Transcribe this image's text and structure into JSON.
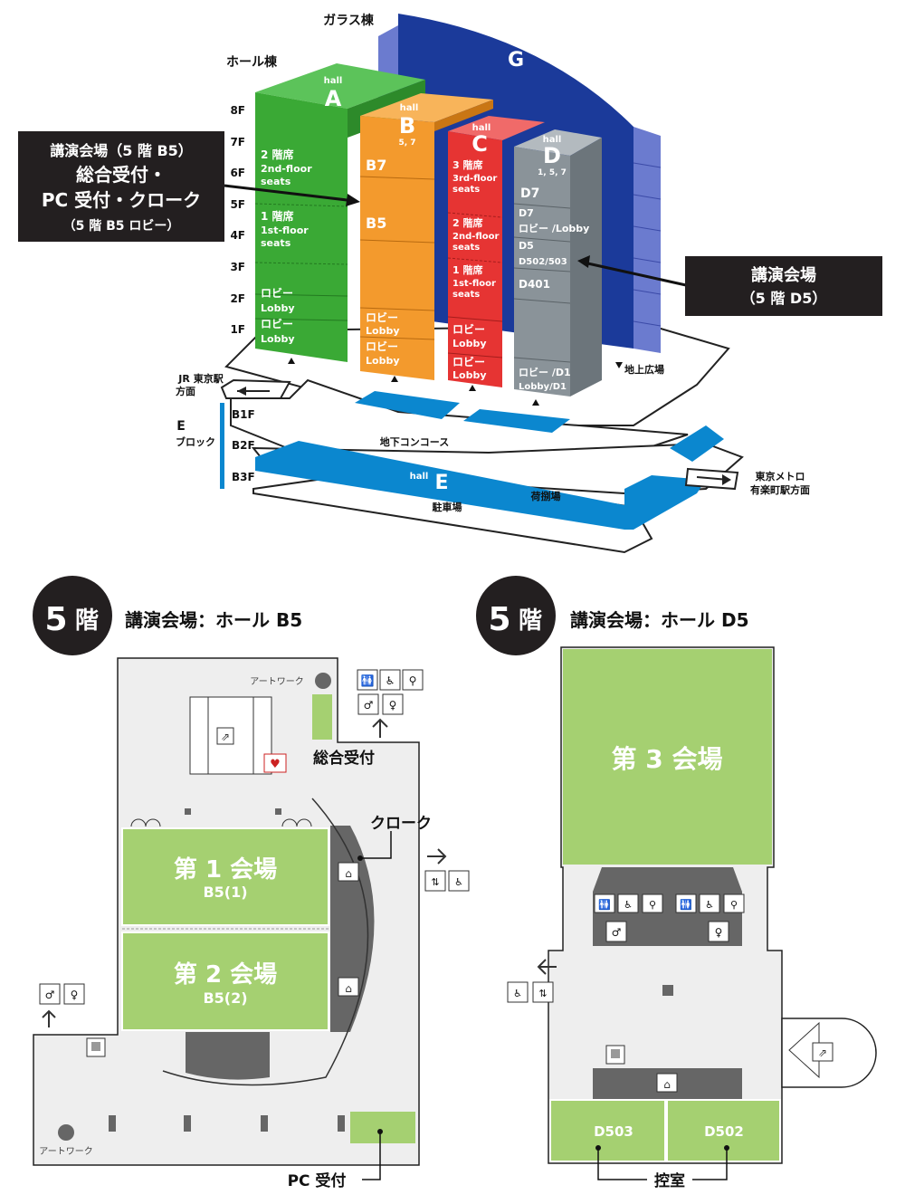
{
  "overview": {
    "glass_label": "ガラス棟",
    "hall_label": "ホール棟",
    "g": "G",
    "hall_word": "hall",
    "a": "A",
    "b": "B",
    "b_floors": "5, 7",
    "c": "C",
    "d": "D",
    "d_floors": "1, 5, 7",
    "e": "E",
    "floors": [
      "8F",
      "7F",
      "6F",
      "5F",
      "4F",
      "3F",
      "2F",
      "1F"
    ],
    "a_2f_seats": "2 階席",
    "a_2f_seats_en1": "2nd-floor",
    "a_2f_seats_en2": "seats",
    "a_1f_seats": "1 階席",
    "a_1f_seats_en1": "1st-floor",
    "a_1f_seats_en2": "seats",
    "lobby_jp": "ロビー",
    "lobby_en": "Lobby",
    "b7": "B7",
    "b5": "B5",
    "c_3f_seats": "3 階席",
    "c_3f_en1": "3rd-floor",
    "c_3f_en2": "seats",
    "c_2f_seats": "2 階席",
    "c_2f_en1": "2nd-floor",
    "c_2f_en2": "seats",
    "c_1f_seats": "1 階席",
    "c_1f_en1": "1st-floor",
    "c_1f_en2": "seats",
    "d7": "D7",
    "d7_lobby": "D7",
    "d7_lobby2": "ロビー /Lobby",
    "d5": "D5",
    "d5_rooms": "D502/503",
    "d401": "D401",
    "d1_lobby": "ロビー /D1",
    "d1_lobby2": "Lobby/D1",
    "callout_b5": [
      "講演会場（5 階 B5）",
      "総合受付・",
      "PC 受付・クローク",
      "（5 階 B5 ロビー）"
    ],
    "callout_d5": [
      "講演会場",
      "（5 階 D5）"
    ],
    "jr_label1": "JR 東京駅",
    "jr_label2": "方面",
    "e_block1": "E",
    "e_block2": "ブロック",
    "bf": [
      "B1F",
      "B2F",
      "B3F"
    ],
    "ground_plaza": "地上広場",
    "underground": "地下コンコース",
    "loading": "荷捌場",
    "parking": "駐車場",
    "metro1": "東京メトロ",
    "metro2": "有楽町駅方面"
  },
  "b5_plan": {
    "badge_num": "5",
    "badge_kanji": "階",
    "title": "講演会場：ホール B5",
    "artwork": "アートワーク",
    "general_reception": "総合受付",
    "cloak": "クローク",
    "hall1": "第 1 会場",
    "hall1_sub": "B5(1)",
    "hall2": "第 2 会場",
    "hall2_sub": "B5(2)",
    "artwork2": "アートワーク",
    "pc_reception": "PC 受付"
  },
  "d5_plan": {
    "badge_num": "5",
    "badge_kanji": "階",
    "title": "講演会場：ホール D5",
    "hall3": "第 3 会場",
    "d503": "D503",
    "d502": "D502",
    "waiting": "控室"
  },
  "colors": {
    "green": "#3aa935",
    "orange": "#f39a2d",
    "red": "#e63433",
    "gray": "#8a9399",
    "navy": "#1b3a9a",
    "blue": "#0b87cf",
    "room": "#a5d071",
    "floor": "#eeeeee",
    "dark": "#666666"
  }
}
